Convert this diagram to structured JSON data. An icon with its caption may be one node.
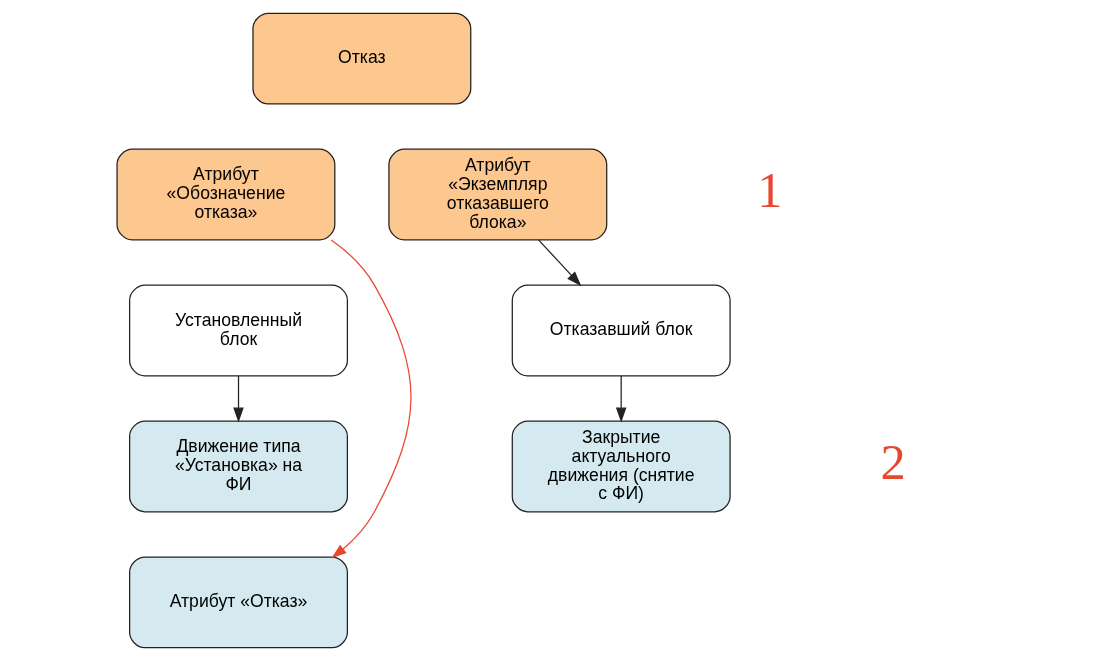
{
  "diagram": {
    "nodes": [
      {
        "text": [
          "Отказ"
        ]
      },
      {
        "text": [
          "Атрибут «Обозначение отказа»"
        ]
      },
      {
        "text": [
          "Атрибут «Экземпляр отказавшего блока»"
        ]
      },
      {
        "text": [
          "Отказавший блок"
        ]
      },
      {
        "text": [
          "Установленный блок"
        ]
      },
      {
        "text": [
          "Закрытие актуального движения (снятие с ФИ)"
        ]
      },
      {
        "text": [
          "Движение типа «Установка» на ФИ"
        ]
      },
      {
        "text": [
          "Атрибут «Отказ»"
        ]
      }
    ],
    "edges": [
      {
        "from": 2,
        "to": 3,
        "arrow": "to"
      },
      {
        "from": 3,
        "to": 5,
        "arrow": "to"
      },
      {
        "from": 4,
        "to": 6,
        "arrow": "to"
      },
      {
        "from": 1,
        "to": 7,
        "arrow": "to",
        "color": "#e8472f"
      }
    ],
    "labels": [
      "1",
      "2"
    ]
  }
}
